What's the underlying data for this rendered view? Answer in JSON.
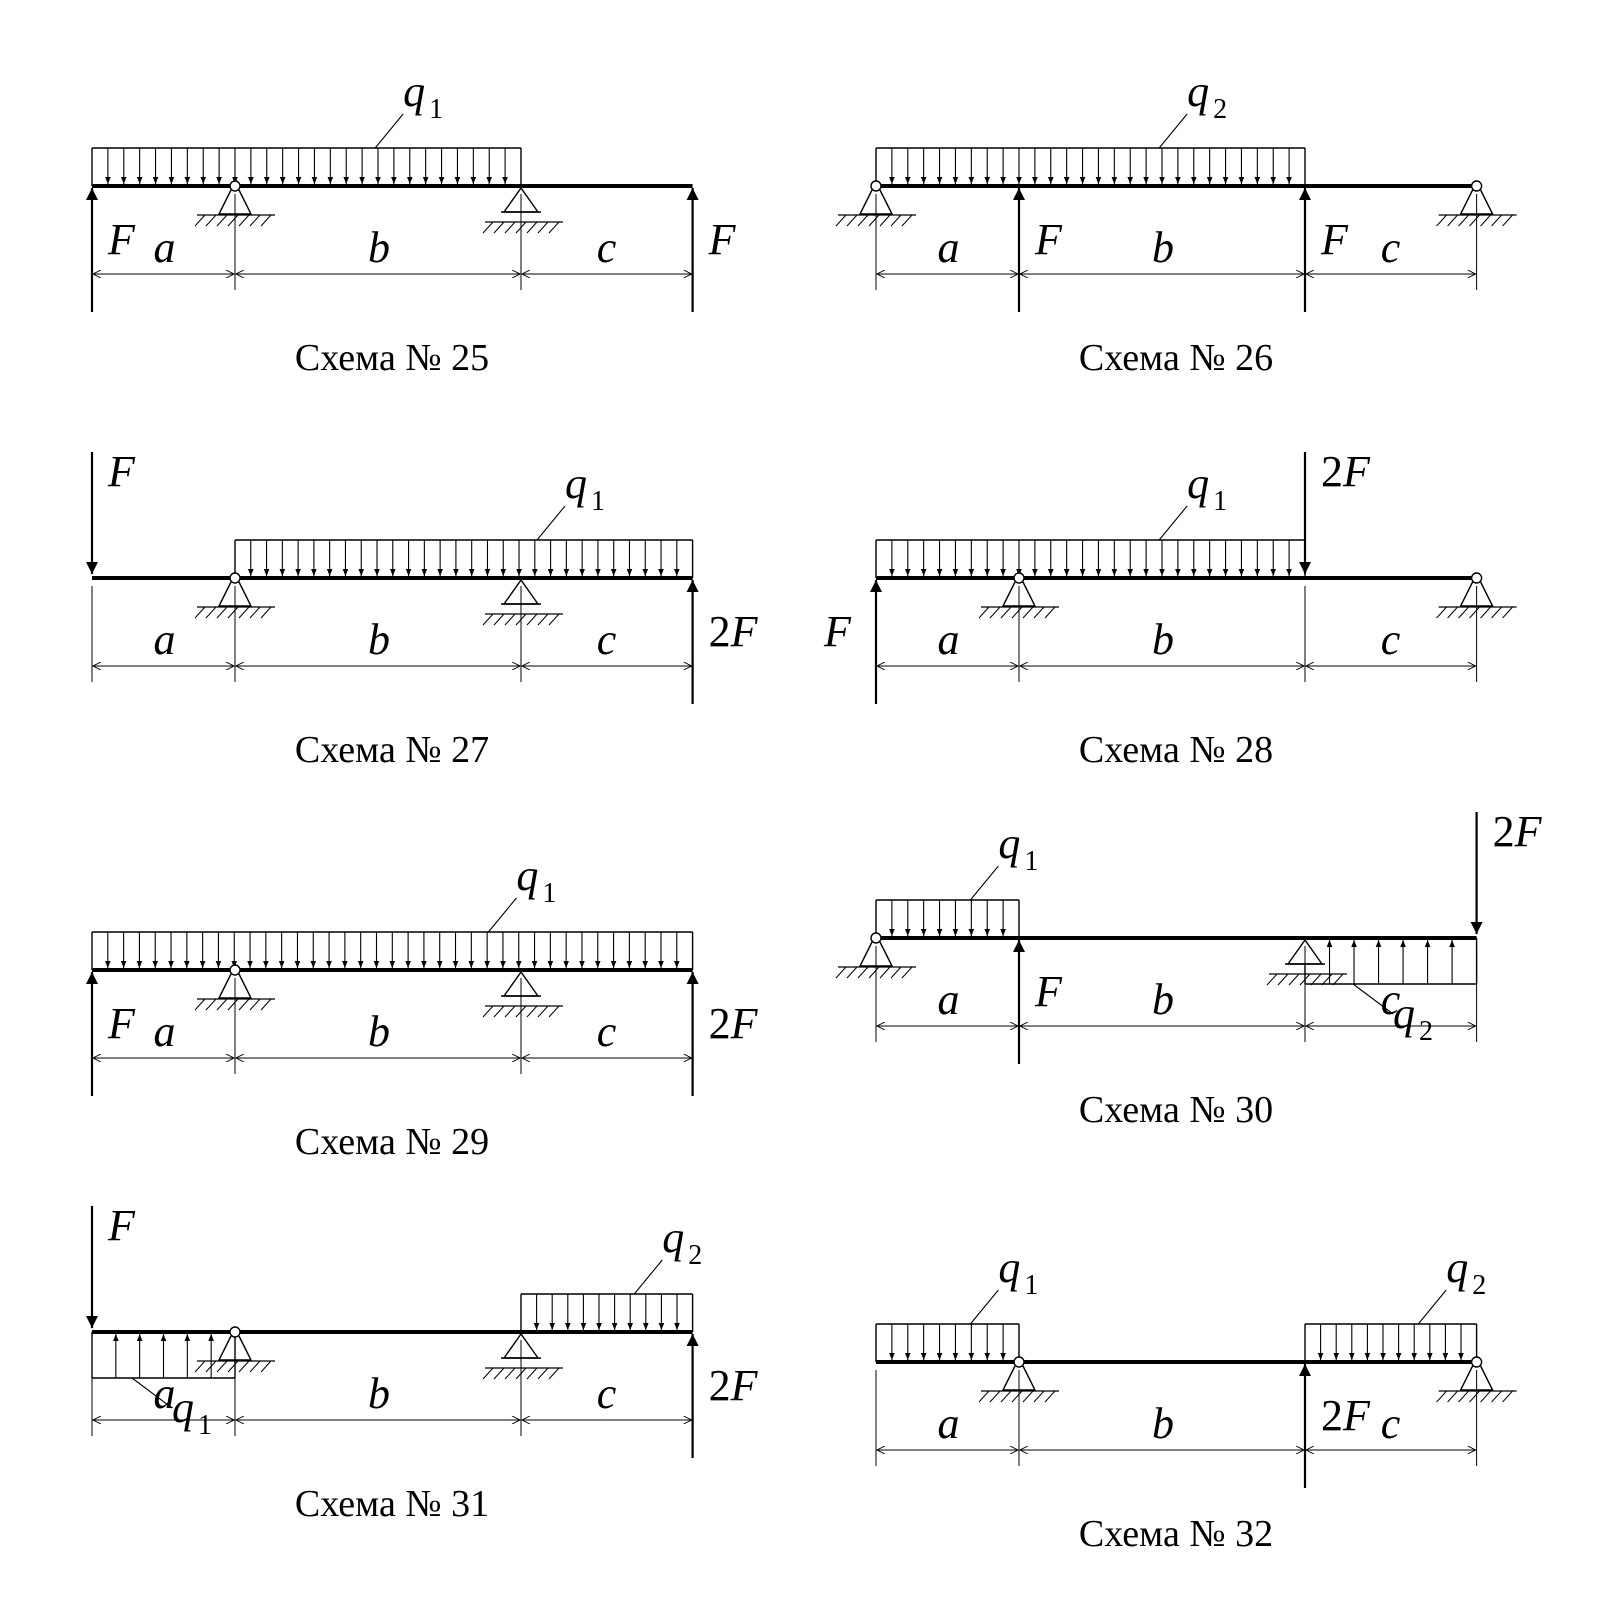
{
  "schemes": [
    {
      "caption": "Схема № 25",
      "nodes": {
        "A": 0,
        "B": 1,
        "C": 3,
        "D": 4.2
      },
      "supports": [
        {
          "type": "pin",
          "at": "B"
        },
        {
          "type": "roller",
          "at": "C"
        }
      ],
      "distributed": [
        {
          "name": "q",
          "index": "1",
          "from": "A",
          "to": "C",
          "dir": "down",
          "side": "top"
        }
      ],
      "forces": [
        {
          "name": "F",
          "at": "A",
          "dir": "up",
          "label_side": "right"
        },
        {
          "name": "F",
          "at": "D",
          "dir": "up",
          "label_side": "right"
        }
      ],
      "dimensions": [
        {
          "label": "a",
          "from": "A",
          "to": "B"
        },
        {
          "label": "b",
          "from": "B",
          "to": "C"
        },
        {
          "label": "c",
          "from": "C",
          "to": "D"
        }
      ]
    },
    {
      "caption": "Схема № 26",
      "nodes": {
        "A": 0,
        "B": 1,
        "C": 3,
        "D": 4.2
      },
      "supports": [
        {
          "type": "pin",
          "at": "A"
        },
        {
          "type": "pin",
          "at": "D"
        }
      ],
      "distributed": [
        {
          "name": "q",
          "index": "2",
          "from": "A",
          "to": "C",
          "dir": "down",
          "side": "top"
        }
      ],
      "forces": [
        {
          "name": "F",
          "at": "B",
          "dir": "up",
          "label_side": "right"
        },
        {
          "name": "F",
          "at": "C",
          "dir": "up",
          "label_side": "right"
        }
      ],
      "dimensions": [
        {
          "label": "a",
          "from": "A",
          "to": "B"
        },
        {
          "label": "b",
          "from": "B",
          "to": "C"
        },
        {
          "label": "c",
          "from": "C",
          "to": "D"
        }
      ]
    },
    {
      "caption": "Схема № 27",
      "nodes": {
        "A": 0,
        "B": 1,
        "C": 3,
        "D": 4.2
      },
      "supports": [
        {
          "type": "pin",
          "at": "B"
        },
        {
          "type": "roller",
          "at": "C"
        }
      ],
      "distributed": [
        {
          "name": "q",
          "index": "1",
          "from": "B",
          "to": "D",
          "dir": "down",
          "side": "top"
        }
      ],
      "forces": [
        {
          "name": "F",
          "at": "A",
          "dir": "down",
          "label_side": "right"
        },
        {
          "name": "2F",
          "at": "D",
          "dir": "up",
          "label_side": "right"
        }
      ],
      "dimensions": [
        {
          "label": "a",
          "from": "A",
          "to": "B"
        },
        {
          "label": "b",
          "from": "B",
          "to": "C"
        },
        {
          "label": "c",
          "from": "C",
          "to": "D"
        }
      ]
    },
    {
      "caption": "Схема № 28",
      "nodes": {
        "A": 0,
        "B": 1,
        "C": 3,
        "D": 4.2
      },
      "supports": [
        {
          "type": "pin",
          "at": "B"
        },
        {
          "type": "pin",
          "at": "D"
        }
      ],
      "distributed": [
        {
          "name": "q",
          "index": "1",
          "from": "A",
          "to": "C",
          "dir": "down",
          "side": "top"
        }
      ],
      "forces": [
        {
          "name": "F",
          "at": "A",
          "dir": "up",
          "label_side": "left"
        },
        {
          "name": "2F",
          "at": "C",
          "dir": "down",
          "label_side": "right"
        }
      ],
      "dimensions": [
        {
          "label": "a",
          "from": "A",
          "to": "B"
        },
        {
          "label": "b",
          "from": "B",
          "to": "C"
        },
        {
          "label": "c",
          "from": "C",
          "to": "D"
        }
      ]
    },
    {
      "caption": "Схема № 29",
      "nodes": {
        "A": 0,
        "B": 1,
        "C": 3,
        "D": 4.2
      },
      "supports": [
        {
          "type": "pin",
          "at": "B"
        },
        {
          "type": "roller",
          "at": "C"
        }
      ],
      "distributed": [
        {
          "name": "q",
          "index": "1",
          "from": "A",
          "to": "D",
          "dir": "down",
          "side": "top"
        }
      ],
      "forces": [
        {
          "name": "F",
          "at": "A",
          "dir": "up",
          "label_side": "right"
        },
        {
          "name": "2F",
          "at": "D",
          "dir": "up",
          "label_side": "right"
        }
      ],
      "dimensions": [
        {
          "label": "a",
          "from": "A",
          "to": "B"
        },
        {
          "label": "b",
          "from": "B",
          "to": "C"
        },
        {
          "label": "c",
          "from": "C",
          "to": "D"
        }
      ]
    },
    {
      "caption": "Схема № 30",
      "nodes": {
        "A": 0,
        "B": 1,
        "C": 3,
        "D": 4.2
      },
      "supports": [
        {
          "type": "pin",
          "at": "A"
        },
        {
          "type": "roller",
          "at": "C"
        }
      ],
      "distributed": [
        {
          "name": "q",
          "index": "1",
          "from": "A",
          "to": "B",
          "dir": "down",
          "side": "top"
        },
        {
          "name": "q",
          "index": "2",
          "from": "C",
          "to": "D",
          "dir": "up",
          "side": "bottom"
        }
      ],
      "forces": [
        {
          "name": "F",
          "at": "B",
          "dir": "up",
          "label_side": "right"
        },
        {
          "name": "2F",
          "at": "D",
          "dir": "down",
          "label_side": "right"
        }
      ],
      "dimensions": [
        {
          "label": "a",
          "from": "A",
          "to": "B"
        },
        {
          "label": "b",
          "from": "B",
          "to": "C"
        },
        {
          "label": "c",
          "from": "C",
          "to": "D"
        }
      ]
    },
    {
      "caption": "Схема № 31",
      "nodes": {
        "A": 0,
        "B": 1,
        "C": 3,
        "D": 4.2
      },
      "supports": [
        {
          "type": "pin",
          "at": "B"
        },
        {
          "type": "roller",
          "at": "C"
        }
      ],
      "distributed": [
        {
          "name": "q",
          "index": "1",
          "from": "A",
          "to": "B",
          "dir": "up",
          "side": "bottom"
        },
        {
          "name": "q",
          "index": "2",
          "from": "C",
          "to": "D",
          "dir": "down",
          "side": "top"
        }
      ],
      "forces": [
        {
          "name": "F",
          "at": "A",
          "dir": "down",
          "label_side": "right"
        },
        {
          "name": "2F",
          "at": "D",
          "dir": "up",
          "label_side": "right"
        }
      ],
      "dimensions": [
        {
          "label": "a",
          "from": "A",
          "to": "B"
        },
        {
          "label": "b",
          "from": "B",
          "to": "C"
        },
        {
          "label": "c",
          "from": "C",
          "to": "D"
        }
      ]
    },
    {
      "caption": "Схема № 32",
      "nodes": {
        "A": 0,
        "B": 1,
        "C": 3,
        "D": 4.2
      },
      "supports": [
        {
          "type": "pin",
          "at": "B"
        },
        {
          "type": "pin",
          "at": "D"
        }
      ],
      "distributed": [
        {
          "name": "q",
          "index": "1",
          "from": "A",
          "to": "B",
          "dir": "down",
          "side": "top"
        },
        {
          "name": "q",
          "index": "2",
          "from": "C",
          "to": "D",
          "dir": "down",
          "side": "top"
        }
      ],
      "forces": [
        {
          "name": "2F",
          "at": "C",
          "dir": "up",
          "label_side": "right"
        }
      ],
      "dimensions": [
        {
          "label": "a",
          "from": "A",
          "to": "B"
        },
        {
          "label": "b",
          "from": "B",
          "to": "C"
        },
        {
          "label": "c",
          "from": "C",
          "to": "D"
        }
      ]
    }
  ]
}
